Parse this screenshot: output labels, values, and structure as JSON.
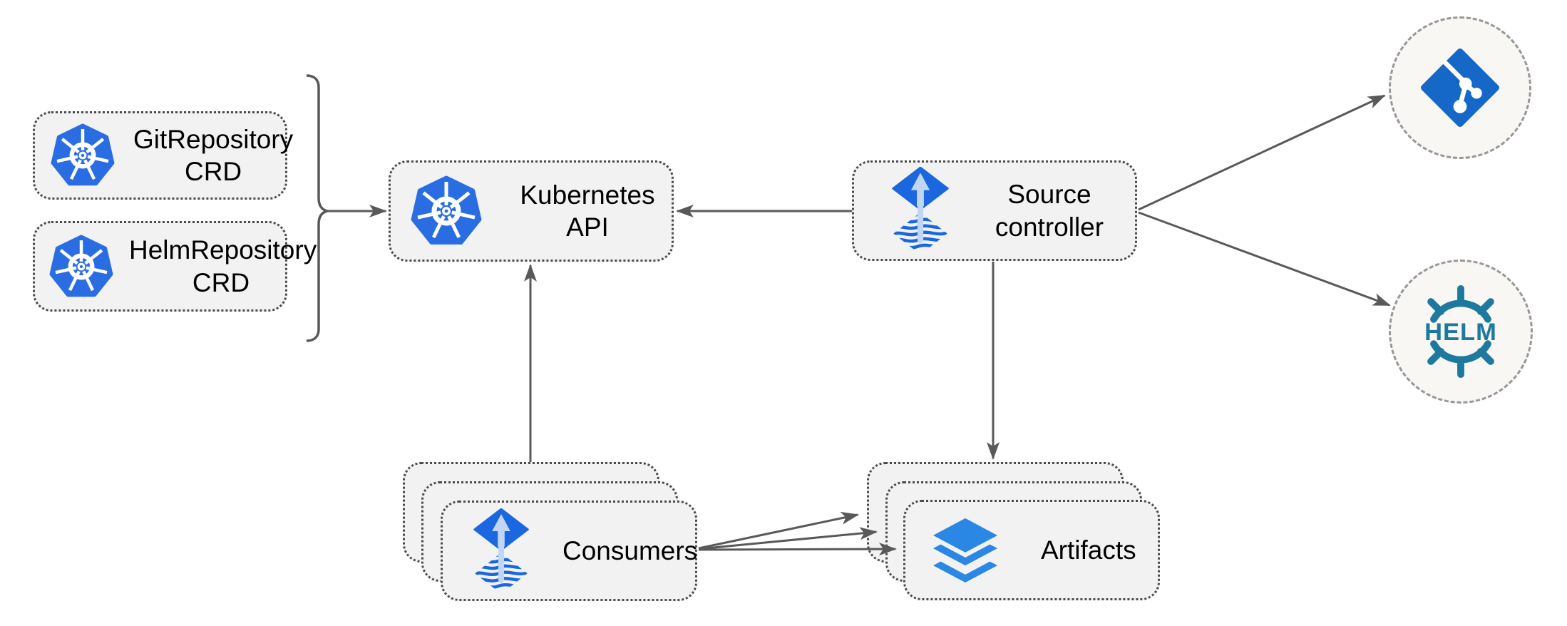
{
  "diagram": {
    "nodes": {
      "git_crd": {
        "label": "GitRepository CRD",
        "icon": "kubernetes-icon"
      },
      "helm_crd": {
        "label": "HelmRepository CRD",
        "icon": "kubernetes-icon"
      },
      "kubernetes_api": {
        "label": "Kubernetes API",
        "icon": "kubernetes-icon"
      },
      "source_controller": {
        "label": "Source controller",
        "icon": "flux-icon"
      },
      "consumers": {
        "label": "Consumers",
        "icon": "flux-icon",
        "stack_count": 3
      },
      "artifacts": {
        "label": "Artifacts",
        "icon": "layers-icon",
        "stack_count": 3
      },
      "git_circle": {
        "icon": "git-icon"
      },
      "helm_circle": {
        "icon": "helm-icon",
        "logo_text": "HELM"
      }
    },
    "edges": [
      {
        "name": "crds-to-kubernetes-api",
        "from": "GitRepository CRD + HelmRepository CRD",
        "to": "Kubernetes API",
        "style": "brace-arrow"
      },
      {
        "name": "source-controller-to-kubernetes-api",
        "from": "Source controller",
        "to": "Kubernetes API",
        "style": "arrow"
      },
      {
        "name": "consumers-to-kubernetes-api",
        "from": "Consumers",
        "to": "Kubernetes API",
        "style": "arrow"
      },
      {
        "name": "source-controller-to-artifacts",
        "from": "Source controller",
        "to": "Artifacts",
        "style": "arrow"
      },
      {
        "name": "source-controller-to-git",
        "from": "Source controller",
        "to": "Git repository",
        "style": "arrow"
      },
      {
        "name": "source-controller-to-helm",
        "from": "Source controller",
        "to": "Helm repository",
        "style": "arrow"
      },
      {
        "name": "consumers-to-artifacts-back",
        "from": "Consumers",
        "to": "Artifacts (back)",
        "style": "arrow"
      },
      {
        "name": "consumers-to-artifacts-middle",
        "from": "Consumers",
        "to": "Artifacts (middle)",
        "style": "arrow"
      },
      {
        "name": "consumers-to-artifacts-front",
        "from": "Consumers",
        "to": "Artifacts (front)",
        "style": "arrow"
      }
    ],
    "colors": {
      "kubernetes_blue": "#2a6de2",
      "flux_blue": "#1b67e0",
      "flux_arrow_light": "#c1d6f4",
      "layers_blue": "#2b87e4",
      "git_blue": "#1568c8",
      "helm_teal": "#1d7a9e",
      "connector_gray": "#595959",
      "node_fill": "#f2f2f3",
      "node_border_dotted": "#4a4a4a",
      "circle_fill": "#f8f7f3",
      "circle_border_dashed": "#979797",
      "text_color": "#000000",
      "background": "#ffffff"
    }
  }
}
